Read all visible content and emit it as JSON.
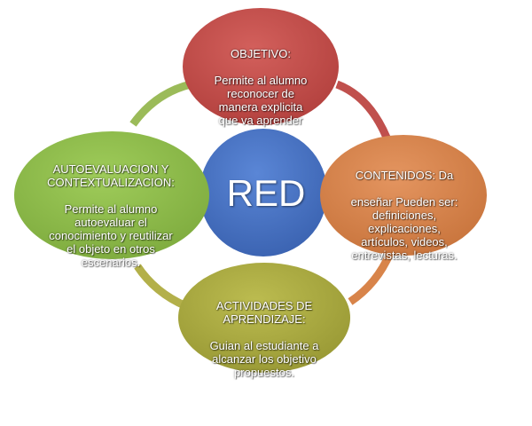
{
  "colors": {
    "center": "#4472c4",
    "objetivo": "#c0504d",
    "contenidos": "#d8844a",
    "actividades": "#a8a83e",
    "autoevaluacion": "#8ebd4a",
    "ring_top_right": "#c0504d",
    "ring_bottom_right": "#d8844a",
    "ring_bottom_left": "#b3b04a",
    "ring_top_left": "#9bbb59"
  },
  "center": {
    "label": "RED"
  },
  "nodes": {
    "objetivo": {
      "heading": "OBJETIVO:",
      "body": "Permite al  alumno\nreconocer de\nmanera explicita\nque va aprender"
    },
    "contenidos": {
      "heading": "CONTENIDOS: Da",
      "body": "enseñar Pueden ser:\ndefiniciones,\nexplicaciones,\nartículos, videos,\nentrevistas, lecturas."
    },
    "actividades": {
      "heading": "ACTIVIDADES DE\nAPRENDIZAJE:",
      "body": "Guian al estudiante a\nalcanzar los objetivo\npropuestos."
    },
    "autoevaluacion": {
      "heading": "AUTOEVALUACION Y\nCONTEXTUALIZACION:",
      "body": "Permite al alumno\nautoevaluar el\nconocimiento y reutilizar\nel objeto en otros\nescenarios."
    }
  }
}
